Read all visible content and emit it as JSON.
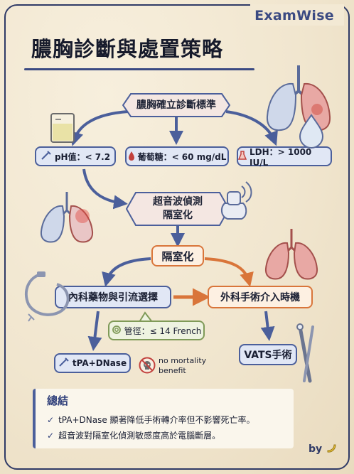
{
  "brand": "ExamWise",
  "title": "膿胸診斷與處置策略",
  "nodes": {
    "criteria": "膿胸確立診斷標準",
    "ph": "pH值：< 7.2",
    "glucose": "葡萄糖：< 60 mg/dL",
    "ldh": "LDH：> 1000 IU/L",
    "ultrasound_line1": "超音波偵測",
    "ultrasound_line2": "隔室化",
    "loculation": "隔室化",
    "medical": "內科藥物與引流選擇",
    "surgical": "外科手術介入時機",
    "tube": "管徑：≤ 14 French",
    "tpa": "tPA+DNase",
    "no_mortality_line1": "no mortality",
    "no_mortality_line2": "benefit",
    "vats": "VATS手術"
  },
  "summary": {
    "title": "總結",
    "items": [
      "tPA+DNase 顯著降低手術轉介率但不影響死亡率。",
      "超音波對隔室化偵測敏感度高於電腦斷層。"
    ]
  },
  "byline": "by",
  "colors": {
    "navy": "#2f3a66",
    "blue": "#4b5f9b",
    "orange": "#d9753a",
    "green": "#7f9a58",
    "paper": "#f1e6cf"
  }
}
